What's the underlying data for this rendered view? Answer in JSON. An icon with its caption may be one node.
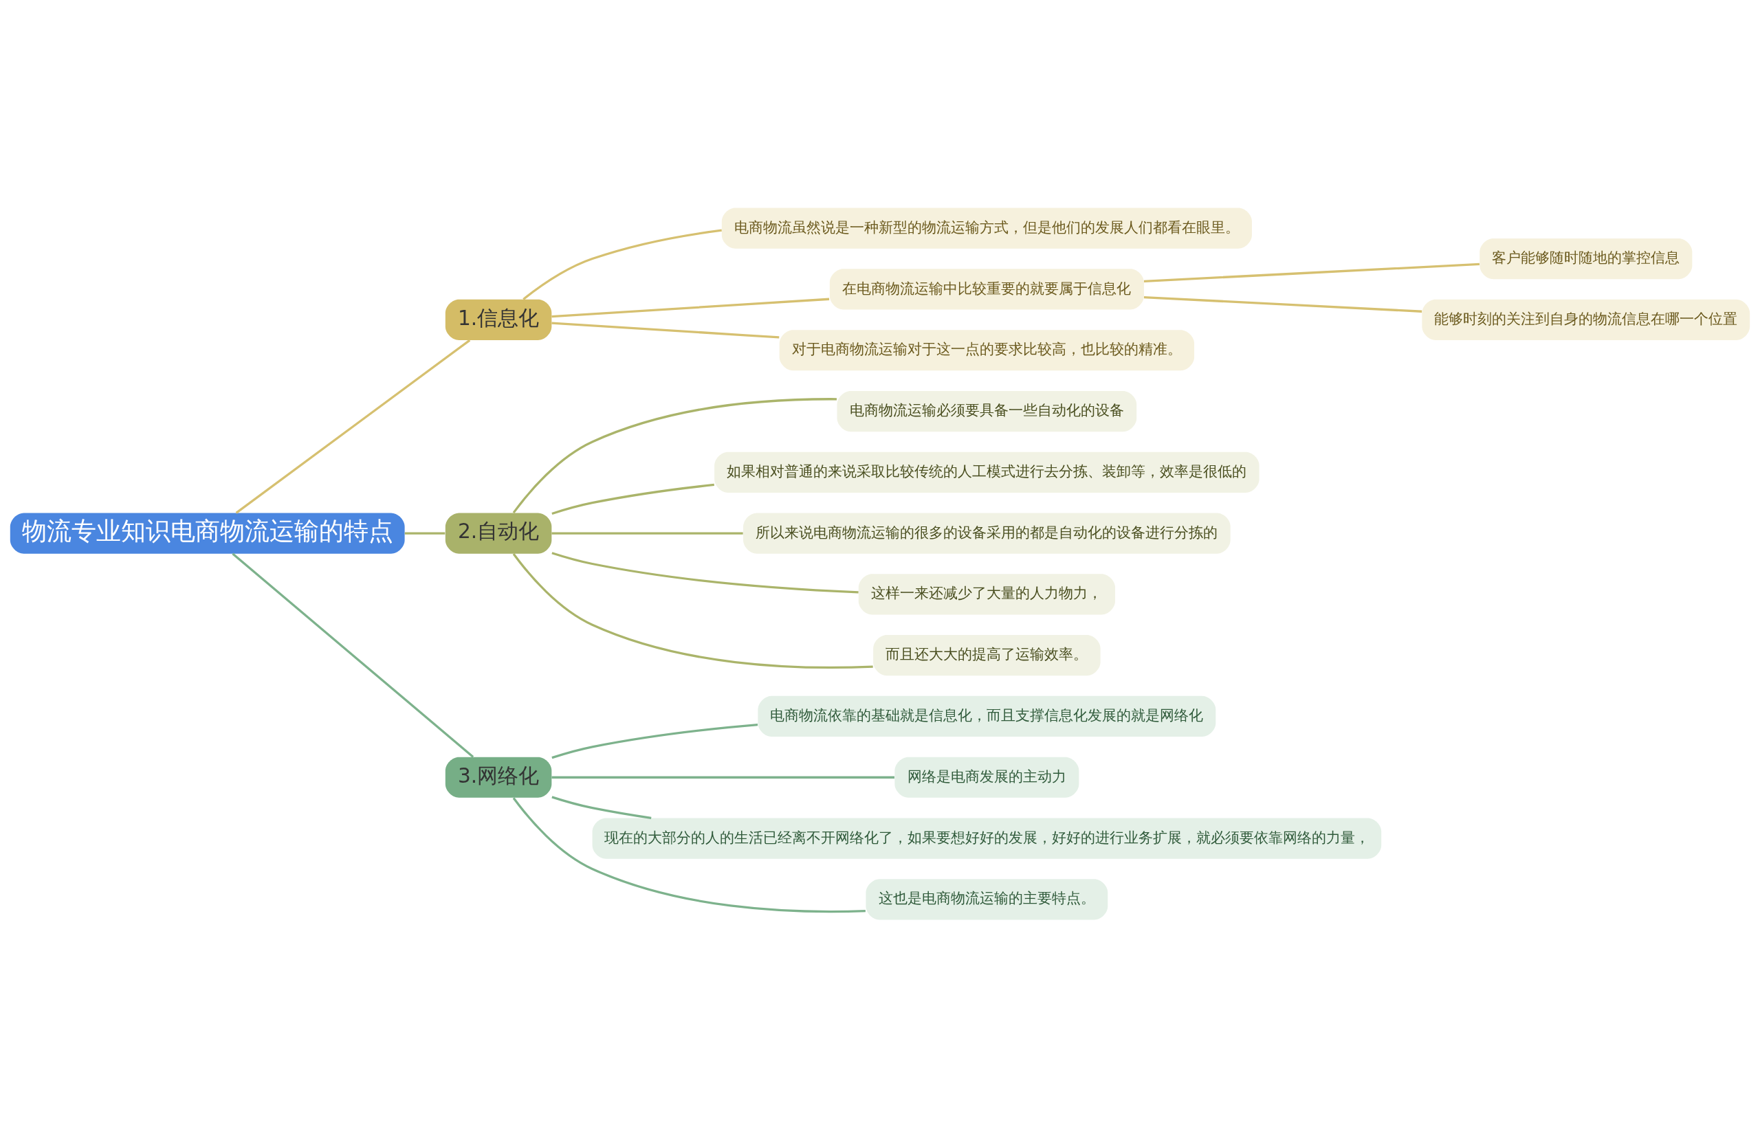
{
  "diagram": {
    "nodes": [
      {
        "text": [
          "物流专业知识电商物流运输的特点"
        ]
      },
      {
        "text": [
          "1.信息化"
        ]
      },
      {
        "text": [
          "电商物流虽然说是一种新型的物流运输方式，但是他们的发展人们都看在眼里。"
        ]
      },
      {
        "text": [
          "在电商物流运输中比较重要的就要属于信息化"
        ]
      },
      {
        "text": [
          "客户能够随时随地的掌控信息"
        ]
      },
      {
        "text": [
          "能够时刻的关注到自身的物流信息在哪一个位置"
        ]
      },
      {
        "text": [
          "对于电商物流运输对于这一点的要求比较高，也比较的精准。"
        ]
      },
      {
        "text": [
          "2.自动化"
        ]
      },
      {
        "text": [
          "电商物流运输必须要具备一些自动化的设备"
        ]
      },
      {
        "text": [
          "如果相对普通的来说采取比较传统的人工模式进行去分拣、装卸等，效率是很低的"
        ]
      },
      {
        "text": [
          "所以来说电商物流运输的很多的设备采用的都是自动化的设备进行分拣的"
        ]
      },
      {
        "text": [
          "这样一来还减少了大量的人力物力，"
        ]
      },
      {
        "text": [
          "而且还大大的提高了运输效率。"
        ]
      },
      {
        "text": [
          "3.网络化"
        ]
      },
      {
        "text": [
          "电商物流依靠的基础就是信息化，而且支撑信息化发展的就是网络化"
        ]
      },
      {
        "text": [
          "网络是电商发展的主动力"
        ]
      },
      {
        "text": [
          "现在的大部分的人的生活已经离不开网络化了，如果要想好好的发展，好好的进行业务扩展，就必须要依靠网络的力量，"
        ]
      },
      {
        "text": [
          "这也是电商物流运输的主要特点。"
        ]
      }
    ],
    "edges": [
      {
        "from": 0,
        "to": 1,
        "arrow": "none",
        "color": "#d6c070"
      },
      {
        "from": 1,
        "to": 2,
        "arrow": "none",
        "color": "#d6c070"
      },
      {
        "from": 1,
        "to": 3,
        "arrow": "none",
        "color": "#d6c070"
      },
      {
        "from": 3,
        "to": 4,
        "arrow": "none",
        "color": "#d6c070"
      },
      {
        "from": 3,
        "to": 5,
        "arrow": "none",
        "color": "#d6c070"
      },
      {
        "from": 1,
        "to": 6,
        "arrow": "none",
        "color": "#d6c070"
      },
      {
        "from": 0,
        "to": 7,
        "arrow": "none",
        "color": "#aab46a"
      },
      {
        "from": 7,
        "to": 8,
        "arrow": "none",
        "color": "#aab46a"
      },
      {
        "from": 7,
        "to": 9,
        "arrow": "none",
        "color": "#aab46a"
      },
      {
        "from": 7,
        "to": 10,
        "arrow": "none",
        "color": "#aab46a"
      },
      {
        "from": 7,
        "to": 11,
        "arrow": "none",
        "color": "#aab46a"
      },
      {
        "from": 7,
        "to": 12,
        "arrow": "none",
        "color": "#aab46a"
      },
      {
        "from": 0,
        "to": 13,
        "arrow": "none",
        "color": "#7db28c"
      },
      {
        "from": 13,
        "to": 14,
        "arrow": "none",
        "color": "#7db28c"
      },
      {
        "from": 13,
        "to": 15,
        "arrow": "none",
        "color": "#7db28c"
      },
      {
        "from": 13,
        "to": 16,
        "arrow": "none",
        "color": "#7db28c"
      },
      {
        "from": 13,
        "to": 17,
        "arrow": "none",
        "color": "#7db28c"
      }
    ]
  }
}
